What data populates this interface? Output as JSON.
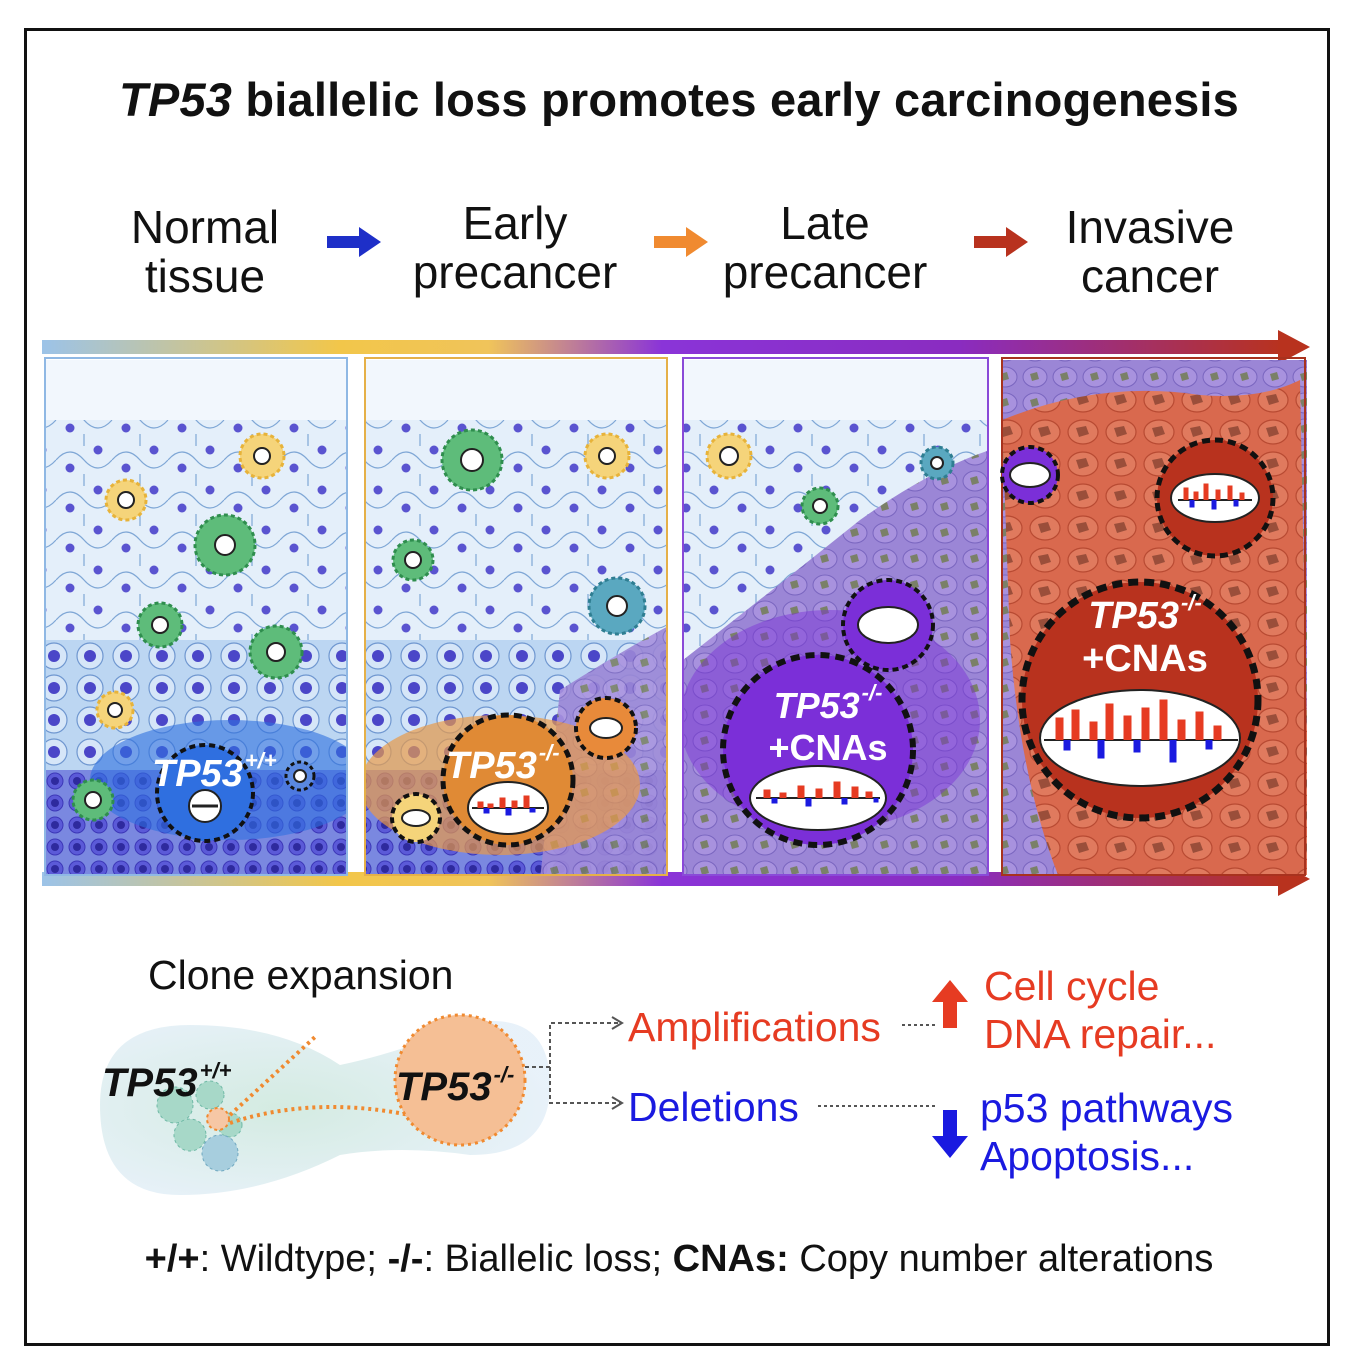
{
  "title": {
    "gene": "TP53",
    "rest": " biallelic loss promotes early carcinogenesis"
  },
  "stages": [
    {
      "line1": "Normal",
      "line2": "tissue"
    },
    {
      "line1": "Early",
      "line2": "precancer"
    },
    {
      "line1": "Late",
      "line2": "precancer"
    },
    {
      "line1": "Invasive",
      "line2": "cancer"
    }
  ],
  "panel_labels": {
    "p1": {
      "gene": "TP53",
      "sup": "+/+"
    },
    "p2": {
      "gene": "TP53",
      "sup": "-/-"
    },
    "p3": {
      "gene": "TP53",
      "sup": "-/-",
      "extra": "+CNAs"
    },
    "p4": {
      "gene": "TP53",
      "sup": "-/-",
      "extra": "+CNAs"
    }
  },
  "clone": {
    "title": "Clone expansion",
    "wt": {
      "gene": "TP53",
      "sup": "+/+"
    },
    "loss": {
      "gene": "TP53",
      "sup": "-/-"
    },
    "amplifications": "Amplifications",
    "deletions": "Deletions",
    "up_line1": "Cell cycle",
    "up_line2": "DNA repair...",
    "down_line1": "p53 pathways",
    "down_line2": "Apoptosis..."
  },
  "legend": {
    "k1": "+/+",
    "v1": ": Wildtype; ",
    "k2": "-/-",
    "v2": ": Biallelic loss; ",
    "k3": "CNAs:",
    "v3": " Copy number alterations"
  },
  "colors": {
    "normal": "#3a56d4",
    "early": "#f08a30",
    "late": "#7b2fd8",
    "invasive": "#b8321e",
    "amp": "#e63b22",
    "del": "#1a1ae0"
  }
}
